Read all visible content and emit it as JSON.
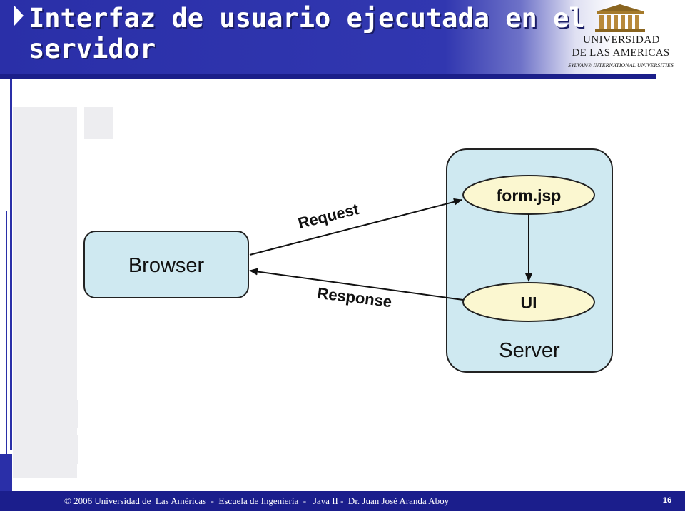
{
  "slide": {
    "title": "Interfaz de usuario ejecutada en el servidor",
    "page_number": "16"
  },
  "logo": {
    "line1": "UNIVERSIDAD",
    "line2": "DE LAS AMERICAS",
    "line3": "SYLVAN® INTERNATIONAL UNIVERSITIES"
  },
  "diagram": {
    "browser_label": "Browser",
    "server_label": "Server",
    "form_label": "form.jsp",
    "ui_label": "UI",
    "request_label": "Request",
    "response_label": "Response"
  },
  "footer": {
    "text": "© 2006 Universidad de  Las Américas  -  Escuela de Ingeniería  -   Java II -  Dr. Juan José Aranda Aboy"
  },
  "colors": {
    "primary_blue": "#2a2fa8",
    "box_fill": "#cfe9f1",
    "ellipse_fill": "#fbf7d0"
  },
  "icons": [
    "bullet-arrow-icon",
    "university-building-icon"
  ]
}
